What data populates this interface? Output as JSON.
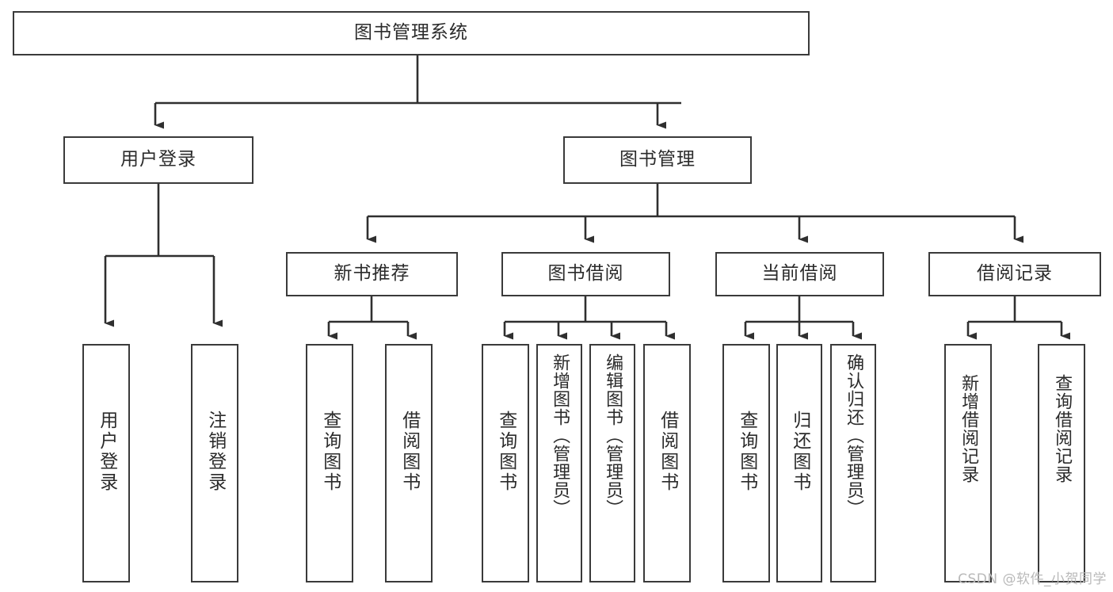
{
  "diagram": {
    "title": "图书管理系统",
    "type": "tree-hierarchy",
    "watermark": "CSDN @软件_小贺同学",
    "colors": {
      "border": "#3a3a3a",
      "fill": "#ffffff",
      "text": "#2b2b2b",
      "connector": "#2f2f2f",
      "watermark": "#b9b9b9"
    },
    "root": {
      "label": "图书管理系统"
    },
    "level2": [
      {
        "label": "用户登录"
      },
      {
        "label": "图书管理"
      }
    ],
    "level3": [
      {
        "label": "新书推荐"
      },
      {
        "label": "图书借阅"
      },
      {
        "label": "当前借阅"
      },
      {
        "label": "借阅记录"
      }
    ],
    "leaves": [
      {
        "label": "用户登录",
        "parent": "用户登录"
      },
      {
        "label": "注销登录",
        "parent": "用户登录"
      },
      {
        "label": "查询图书",
        "parent": "新书推荐"
      },
      {
        "label": "借阅图书",
        "parent": "新书推荐"
      },
      {
        "label": "查询图书",
        "parent": "图书借阅"
      },
      {
        "label": "新增图书（管理员）",
        "parent": "图书借阅"
      },
      {
        "label": "编辑图书（管理员）",
        "parent": "图书借阅"
      },
      {
        "label": "借阅图书",
        "parent": "图书借阅"
      },
      {
        "label": "查询图书",
        "parent": "当前借阅"
      },
      {
        "label": "归还图书",
        "parent": "当前借阅"
      },
      {
        "label": "确认归还（管理员）",
        "parent": "当前借阅"
      },
      {
        "label": "新增借阅记录",
        "parent": "借阅记录"
      },
      {
        "label": "查询借阅记录",
        "parent": "借阅记录"
      }
    ]
  }
}
